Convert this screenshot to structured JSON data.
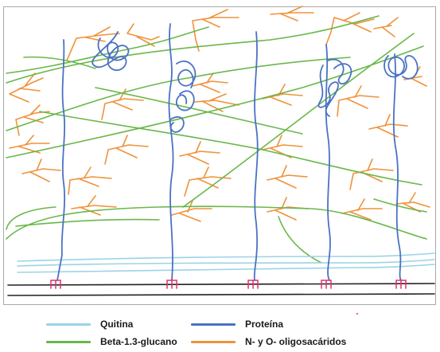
{
  "colors": {
    "chitin": "#9cd3e6",
    "protein": "#4a72c4",
    "glucan": "#6ab74a",
    "oligosaccharides": "#f0923a",
    "membrane": "#222222",
    "anchor": "#e0306a",
    "frame": "#a9a9a9"
  },
  "legend": [
    {
      "key": "chitin",
      "label": "Quitina",
      "color": "#9cd3e6"
    },
    {
      "key": "protein",
      "label": "Proteína",
      "color": "#4a72c4"
    },
    {
      "key": "glucan",
      "label": "Beta-1.3-glucano",
      "color": "#6ab74a"
    },
    {
      "key": "oligosaccharides",
      "label": "N- y O- oligosacáridos",
      "color": "#f0923a"
    }
  ],
  "protein_count": 5,
  "anchor_icon": "gpi-anchor-icon"
}
